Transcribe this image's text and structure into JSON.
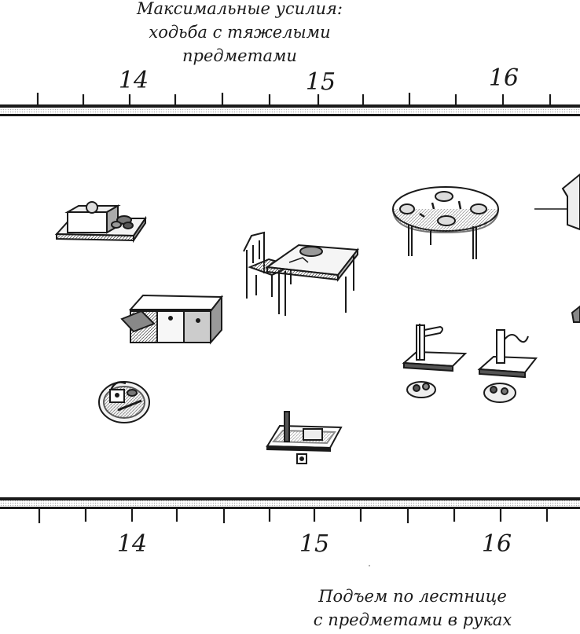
{
  "caption_top": "Максимальные усилия:\nходьба с тяжелыми\nпредметами",
  "caption_bottom": "Подъем по лестнице\nс предметами в руках",
  "timeline_top": {
    "labels": [
      "14",
      "15",
      "16"
    ]
  },
  "timeline_bottom": {
    "labels": [
      "14",
      "15",
      "16"
    ]
  },
  "illustrations": [
    {
      "icon": "tray-with-box-icon"
    },
    {
      "icon": "chair-and-table-icon"
    },
    {
      "icon": "round-table-set-icon"
    },
    {
      "icon": "cabinet-with-drawers-icon"
    },
    {
      "icon": "basket-with-lock-icon"
    },
    {
      "icon": "peg-board-icon"
    },
    {
      "icon": "tool-stand-icon"
    },
    {
      "icon": "pipe-stand-icon"
    },
    {
      "icon": "bowl-icon"
    }
  ]
}
